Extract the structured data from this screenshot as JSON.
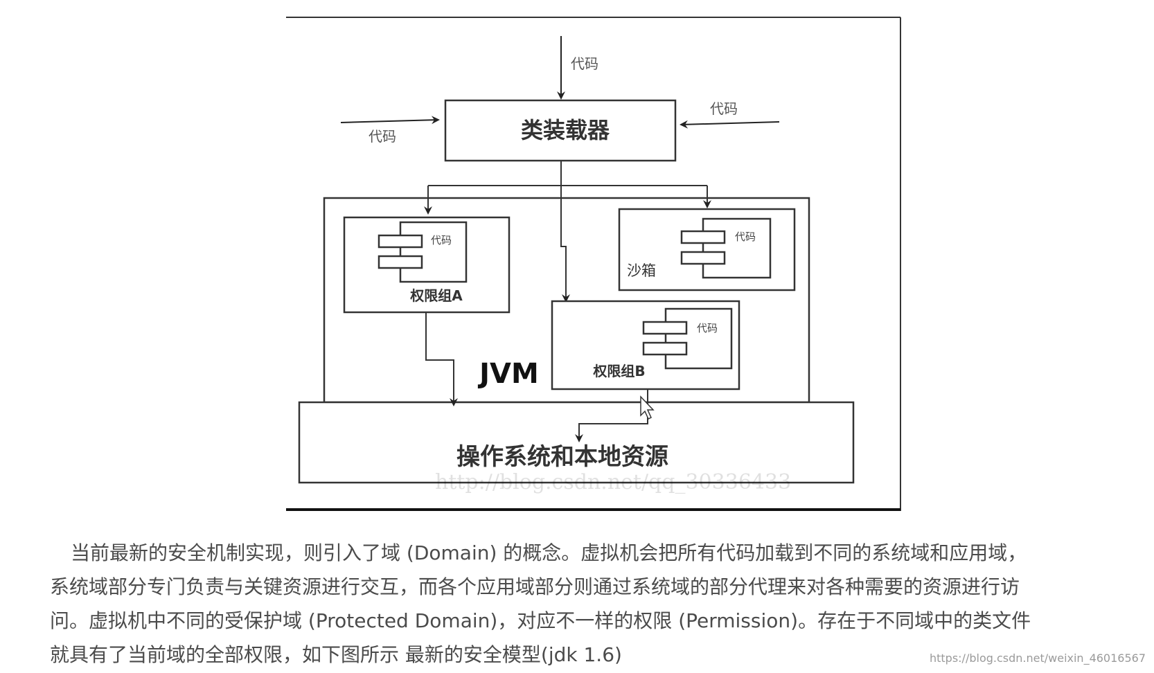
{
  "diagram": {
    "class_loader_label": "类装载器",
    "code_label": "代码",
    "perm_group_a_label": "权限组A",
    "perm_group_b_label": "权限组B",
    "sandbox_label": "沙箱",
    "jvm_label": "JVM",
    "os_label": "操作系统和本地资源",
    "figure_watermark": "http://blog.csdn.net/qq_30336433"
  },
  "paragraph": {
    "line1": "当前最新的安全机制实现，则引入了域 (Domain) 的概念。虚拟机会把所有代码加载到不同的系统域和应用域，",
    "line2": "系统域部分专门负责与关键资源进行交互，而各个应用域部分则通过系统域的部分代理来对各种需要的资源进行访",
    "line3": "问。虚拟机中不同的受保护域 (Protected Domain)，对应不一样的权限 (Permission)。存在于不同域中的类文件",
    "line4": "就具有了当前域的全部权限，如下图所示 最新的安全模型(jdk 1.6)"
  },
  "page_watermark": "https://blog.csdn.net/weixin_46016567"
}
